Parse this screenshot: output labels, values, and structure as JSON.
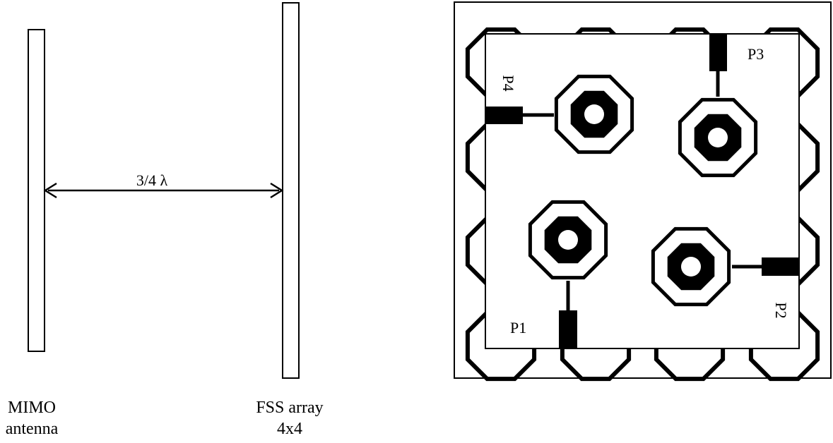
{
  "left_diagram": {
    "distance_label": "3/4 λ",
    "mimo_label_line1": "MIMO",
    "mimo_label_line2": "antenna",
    "fss_label_line1": "FSS array",
    "fss_label_line2": "4x4"
  },
  "right_diagram": {
    "ports": [
      "P1",
      "P2",
      "P3",
      "P4"
    ]
  }
}
